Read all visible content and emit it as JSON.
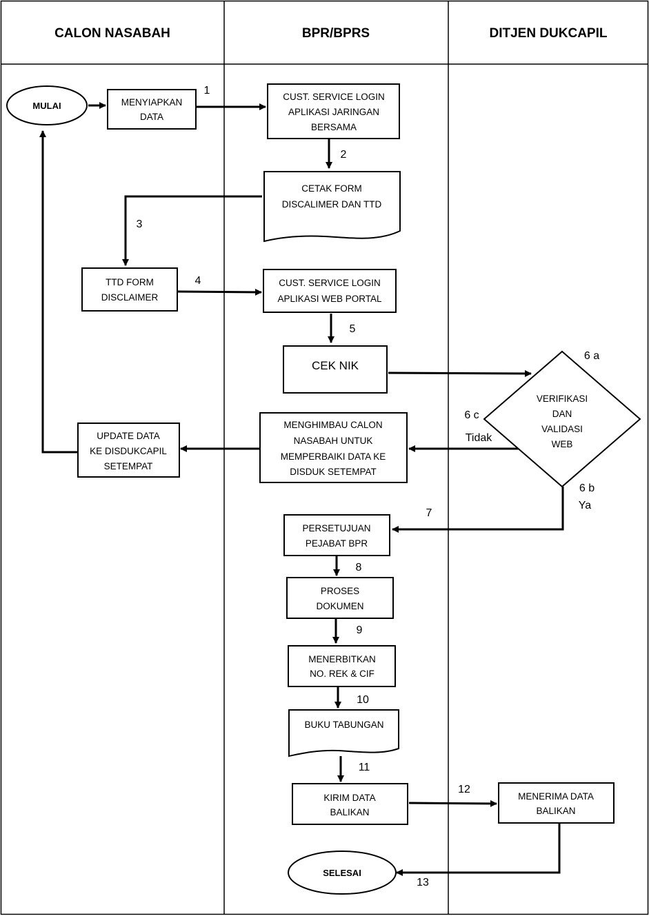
{
  "lanes": {
    "calon_nasabah": "CALON NASABAH",
    "bpr": "BPR/BPRS",
    "dukcapil": "DITJEN DUKCAPIL"
  },
  "nodes": {
    "mulai": "MULAI",
    "menyiapkan_data": [
      "MENYIAPKAN",
      "DATA"
    ],
    "cs_login_jaringan": [
      "CUST. SERVICE LOGIN",
      "APLIKASI JARINGAN",
      "BERSAMA"
    ],
    "cetak_form": [
      "CETAK FORM",
      "DISCALIMER DAN TTD"
    ],
    "ttd_form": [
      "TTD FORM",
      "DISCLAIMER"
    ],
    "cs_login_web": [
      "CUST. SERVICE LOGIN",
      "APLIKASI WEB PORTAL"
    ],
    "cek_nik": "CEK NIK",
    "verifikasi": [
      "VERIFIKASI",
      "DAN",
      "VALIDASI",
      "WEB"
    ],
    "menghimbau": [
      "MENGHIMBAU CALON",
      "NASABAH UNTUK",
      "MEMPERBAIKI DATA KE",
      "DISDUK SETEMPAT"
    ],
    "update_data": [
      "UPDATE DATA",
      "KE DISDUKCAPIL",
      "SETEMPAT"
    ],
    "persetujuan": [
      "PERSETUJUAN",
      "PEJABAT BPR"
    ],
    "proses_dokumen": [
      "PROSES",
      "DOKUMEN"
    ],
    "menerbitkan": [
      "MENERBITKAN",
      "NO. REK & CIF"
    ],
    "buku_tabungan": "BUKU TABUNGAN",
    "kirim_data": [
      "KIRIM DATA",
      "BALIKAN"
    ],
    "menerima_data": [
      "MENERIMA DATA",
      "BALIKAN"
    ],
    "selesai": "SELESAI"
  },
  "steps": {
    "s1": "1",
    "s2": "2",
    "s3": "3",
    "s4": "4",
    "s5": "5",
    "s6a": "6 a",
    "s6b": "6 b",
    "s6c": "6 c",
    "ya": "Ya",
    "tidak": "Tidak",
    "s7": "7",
    "s8": "8",
    "s9": "9",
    "s10": "10",
    "s11": "11",
    "s12": "12",
    "s13": "13"
  }
}
